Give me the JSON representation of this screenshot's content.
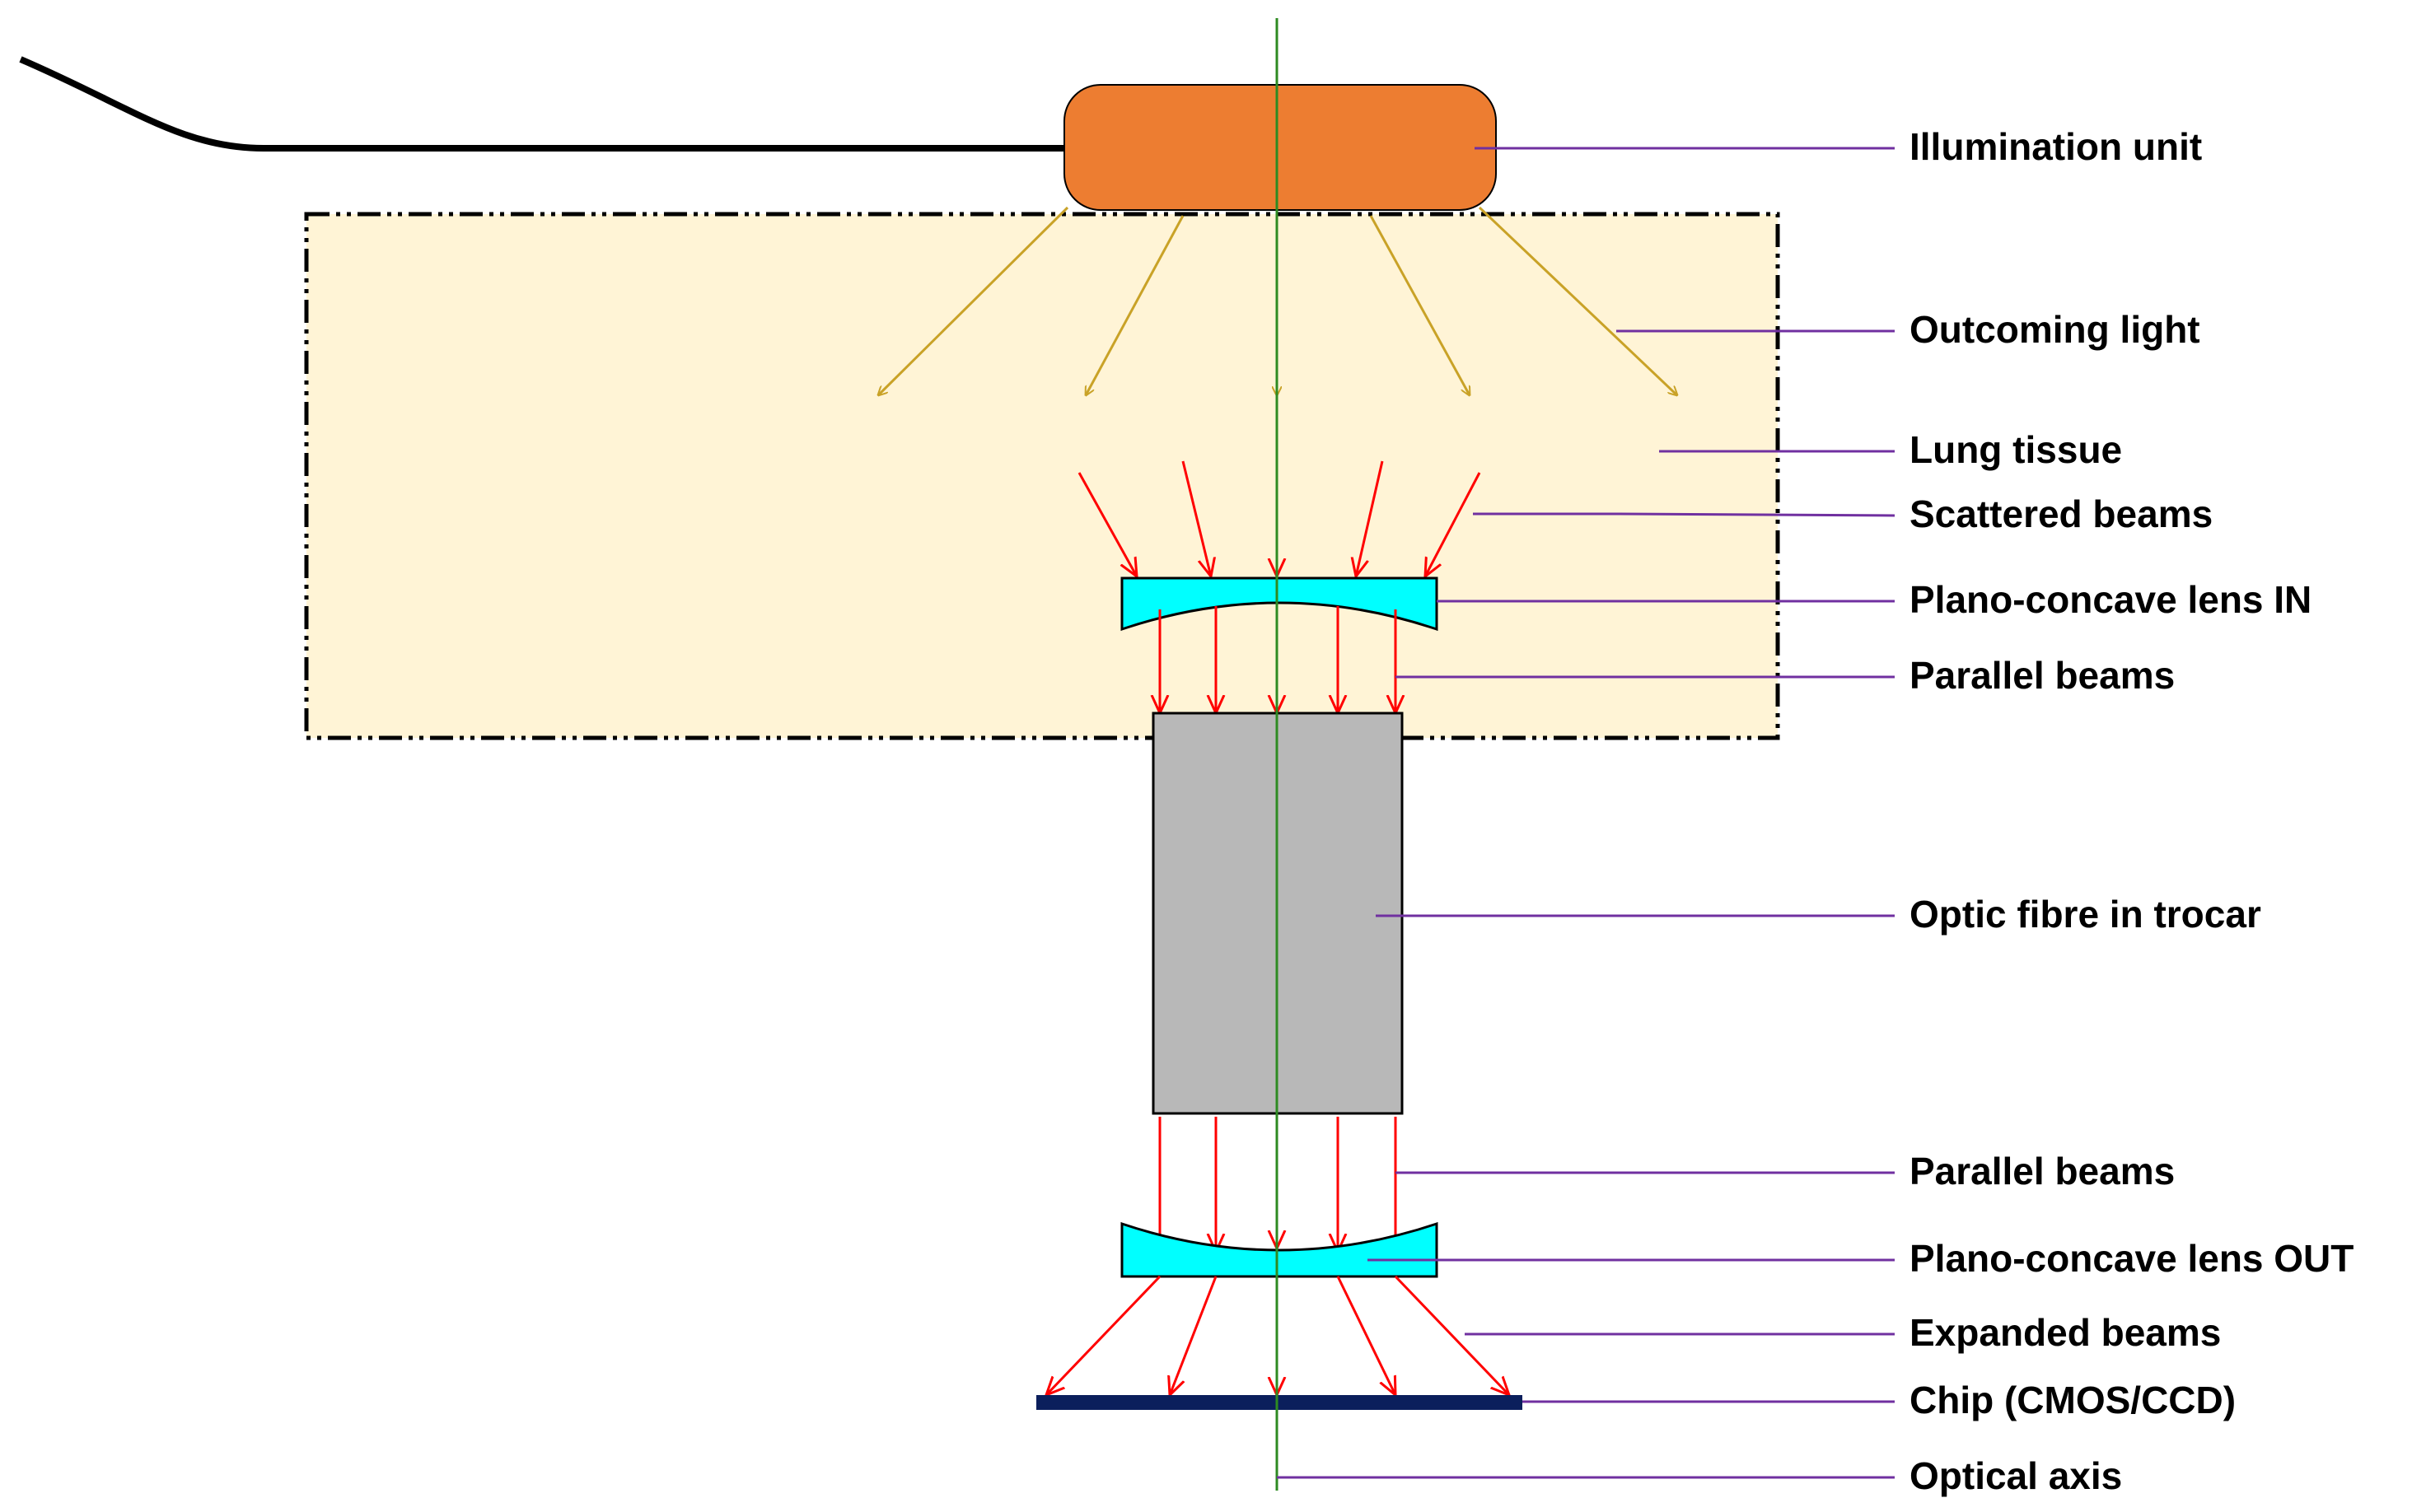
{
  "labels": {
    "illumination_unit": "Illumination unit",
    "outcoming_light": "Outcoming light",
    "lung_tissue": "Lung tissue",
    "scattered_beams": "Scattered beams",
    "lens_in": "Plano-concave lens IN",
    "parallel_beams_top": "Parallel beams",
    "optic_fibre": "Optic fibre in trocar",
    "parallel_beams_bottom": "Parallel beams",
    "lens_out": "Plano-concave lens OUT",
    "expanded_beams": "Expanded beams",
    "chip": "Chip (CMOS/CCD)",
    "optical_axis": "Optical axis"
  },
  "colors": {
    "illumination_unit": "#ED7D31",
    "lung_tissue": "#FFF4D6",
    "outcoming_light": "#C9A227",
    "beam": "#FF0000",
    "lens": "#00FFFF",
    "fibre": "#B8B8B8",
    "chip": "#0B1F5C",
    "optical_axis": "#2E8B22",
    "leader_line": "#7030A0"
  }
}
